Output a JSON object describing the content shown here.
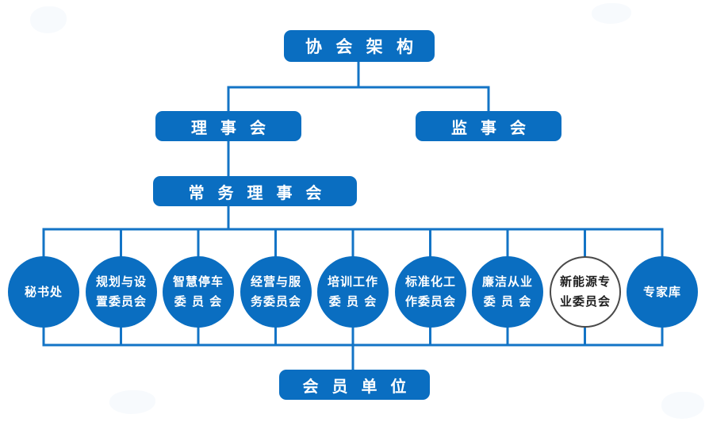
{
  "colors": {
    "node_fill": "#0a6ec1",
    "connector": "#1374c6",
    "node_text": "#ffffff",
    "white_circle_fill": "#ffffff",
    "white_circle_border": "#4a4a4a",
    "white_circle_text": "#1f1f1f",
    "cloud_decoration": "#f7fafd"
  },
  "org_chart": {
    "root": {
      "label": "协 会 架 构"
    },
    "level2": [
      {
        "label": "理 事 会"
      },
      {
        "label": "监 事 会"
      }
    ],
    "level3": {
      "label": "常 务 理 事 会"
    },
    "committees": [
      {
        "name": "秘书处",
        "line1": "秘书处",
        "line2": ""
      },
      {
        "name": "规划与设置委员会",
        "line1": "规划与设",
        "line2": "置委员会"
      },
      {
        "name": "智慧停车委员会",
        "line1": "智慧停车",
        "line2": "委 员 会"
      },
      {
        "name": "经营与服务委员会",
        "line1": "经营与服",
        "line2": "务委员会"
      },
      {
        "name": "培训工作委员会",
        "line1": "培训工作",
        "line2": "委 员 会"
      },
      {
        "name": "标准化工作委员会",
        "line1": "标准化工",
        "line2": "作委员会"
      },
      {
        "name": "廉洁从业委员会",
        "line1": "廉洁从业",
        "line2": "委 员 会"
      },
      {
        "name": "新能源专业委员会",
        "line1": "新能源专",
        "line2": "业委员会"
      },
      {
        "name": "专家库",
        "line1": "专家库",
        "line2": ""
      }
    ],
    "bottom": {
      "label": "会 员 单 位"
    }
  }
}
